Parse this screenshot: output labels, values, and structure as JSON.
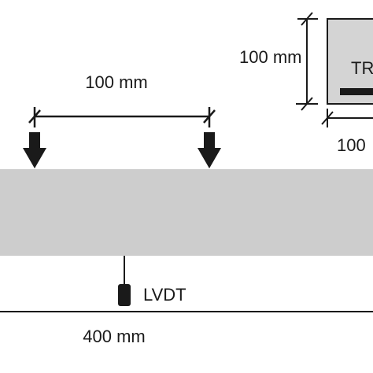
{
  "labels": {
    "span_top": "100 mm",
    "section_height": "100 mm",
    "section_label": "TR",
    "section_width": "100",
    "sensor": "LVDT",
    "beam_length": "400 mm"
  },
  "colors": {
    "beam": "#cdcdcd",
    "section": "#d4d4d4",
    "ink": "#1a1a1a",
    "background": "#ffffff"
  }
}
